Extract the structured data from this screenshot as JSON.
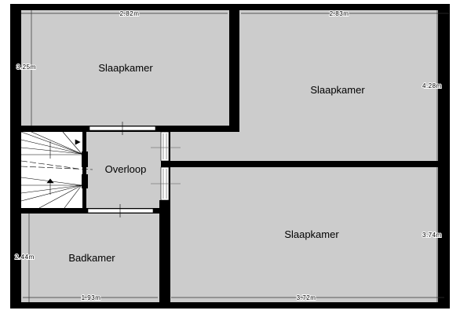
{
  "floorplan": {
    "rooms": [
      {
        "name": "Slaapkamer",
        "width": "2.82m",
        "height": "3.25m"
      },
      {
        "name": "Slaapkamer",
        "width": "2.83m",
        "height": "4.28m"
      },
      {
        "name": "Overloop"
      },
      {
        "name": "Slaapkamer",
        "width": "3.72m",
        "height": "3.74m"
      },
      {
        "name": "Badkamer",
        "width": "1.93m",
        "height": "2.44m"
      }
    ]
  }
}
